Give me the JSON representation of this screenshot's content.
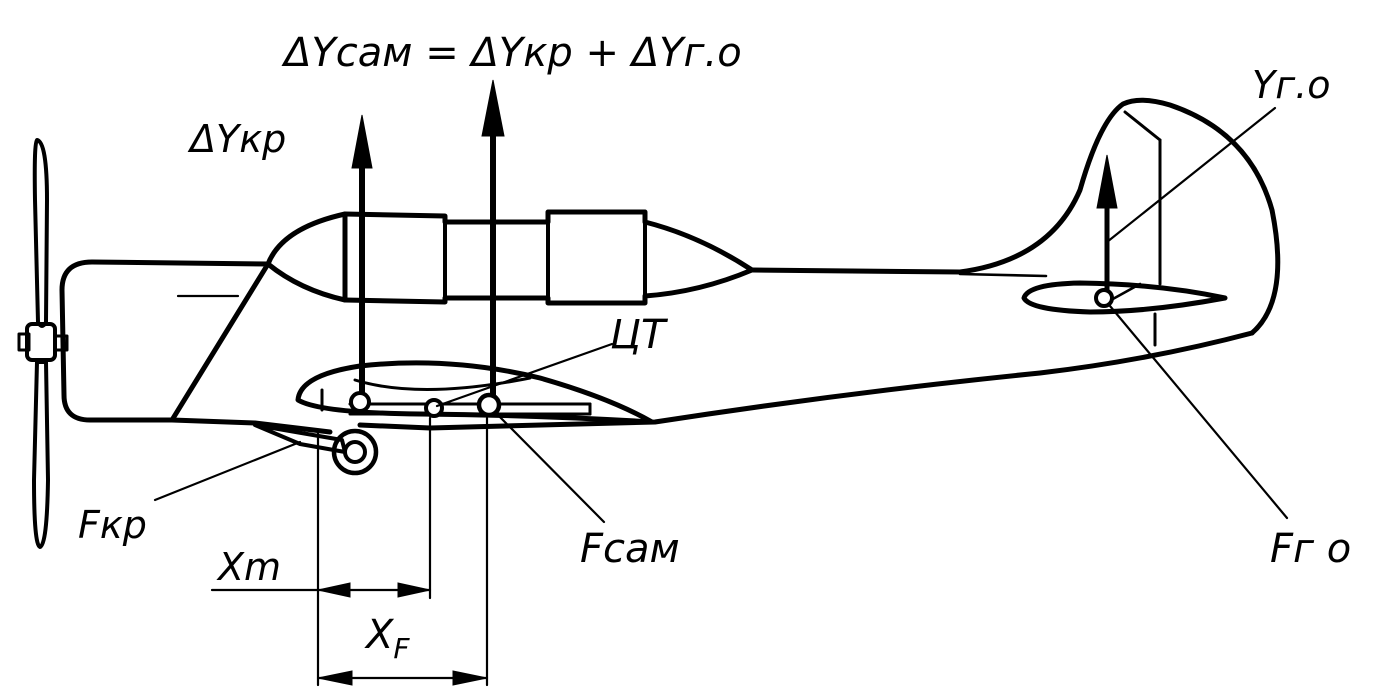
{
  "labels": {
    "total_lift_equation": "ΔYсам = ΔYкр + ΔYг.о",
    "wing_lift": "ΔYкр",
    "tail_lift": "Yг.о",
    "center_of_gravity": "ЦТ",
    "wing_focus": "Fкр",
    "aircraft_focus": "Fсам",
    "tail_focus": "Fг о",
    "cg_distance": "Xm",
    "focus_distance_base": "X",
    "focus_distance_sub": "F"
  }
}
